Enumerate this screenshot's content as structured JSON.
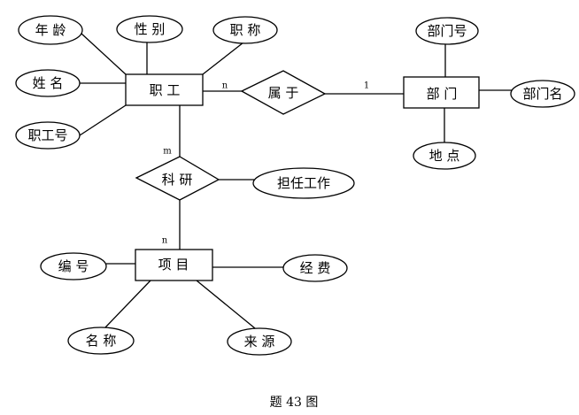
{
  "entities": {
    "employee": "职 工",
    "department": "部 门",
    "project": "项 目"
  },
  "relationships": {
    "belongs_to": "属 于",
    "research": "科 研"
  },
  "attributes": {
    "employee": {
      "age": "年 龄",
      "gender": "性 别",
      "title": "职 称",
      "name": "姓 名",
      "id": "职工号"
    },
    "department": {
      "id": "部门号",
      "name": "部门名",
      "location": "地 点"
    },
    "research": {
      "role": "担任工作"
    },
    "project": {
      "id": "编 号",
      "funding": "经 费",
      "name": "名 称",
      "source": "来 源"
    }
  },
  "cardinalities": {
    "employee_belongs": "n",
    "department_belongs": "1",
    "employee_research": "m",
    "project_research": "n"
  },
  "caption": "题 43 图"
}
